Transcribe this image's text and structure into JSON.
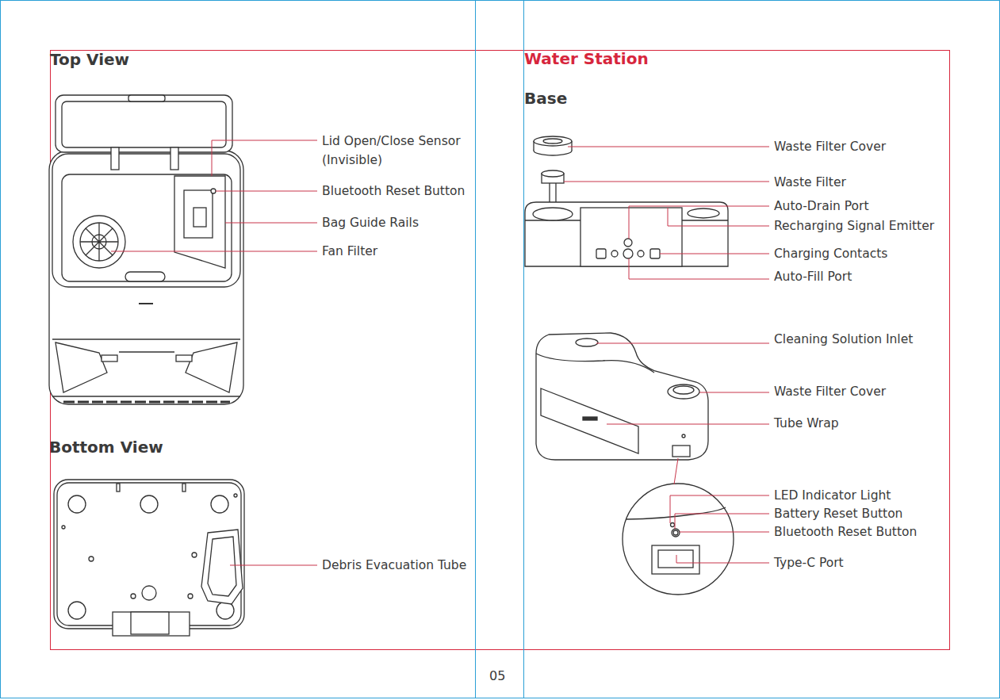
{
  "diagram": {
    "labels": [
      "Top View",
      "Lid Open/Close Sensor (Invisible)",
      "Bluetooth Reset Button",
      "Bag Guide Rails",
      "Fan Filter",
      "Bottom View",
      "Debris Evacuation Tube",
      "Water Station",
      "Base",
      "Waste Filter Cover",
      "Waste Filter",
      "Auto-Drain Port",
      "Recharging Signal Emitter",
      "Charging Contacts",
      "Auto-Fill Port",
      "Cleaning Solution Inlet",
      "Waste Filter Cover",
      "Tube Wrap",
      "LED Indicator Light",
      "Battery Reset Button",
      "Bluetooth Reset Button",
      "Type-C Port",
      "05"
    ]
  }
}
